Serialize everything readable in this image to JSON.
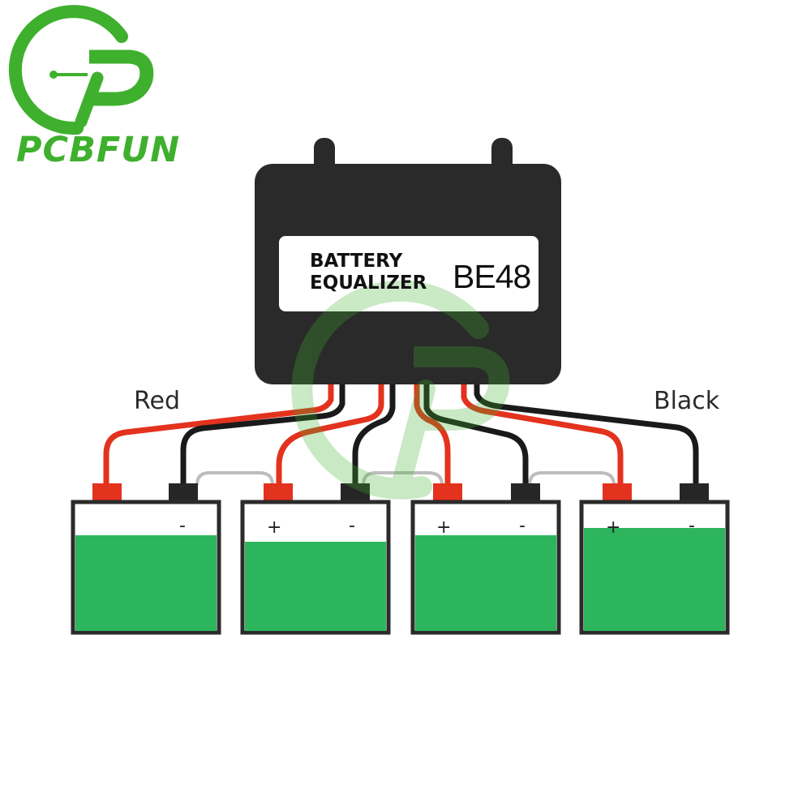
{
  "brand": {
    "name": "PCBFUN",
    "accent_color": "#3fb02e"
  },
  "device": {
    "title": "BATTERY EQUALIZER",
    "model": "BE48",
    "body_color": "#2a2a2a",
    "label_color": "#ffffff"
  },
  "wires": {
    "red_label": "Red",
    "black_label": "Black",
    "red_color": "#e3321e",
    "black_color": "#1a1a1a"
  },
  "batteries": [
    {
      "name": "battery-1",
      "charge_color": "#2db55d"
    },
    {
      "name": "battery-2",
      "charge_color": "#2db55d",
      "plus": "+",
      "minus": "-"
    },
    {
      "name": "battery-3",
      "charge_color": "#2db55d",
      "plus": "+",
      "minus": "-"
    },
    {
      "name": "battery-4",
      "charge_color": "#2db55d",
      "plus": "+",
      "minus": "-"
    }
  ],
  "battery_1_minus": "-",
  "watermark": "pcbfun-watermark-logo"
}
